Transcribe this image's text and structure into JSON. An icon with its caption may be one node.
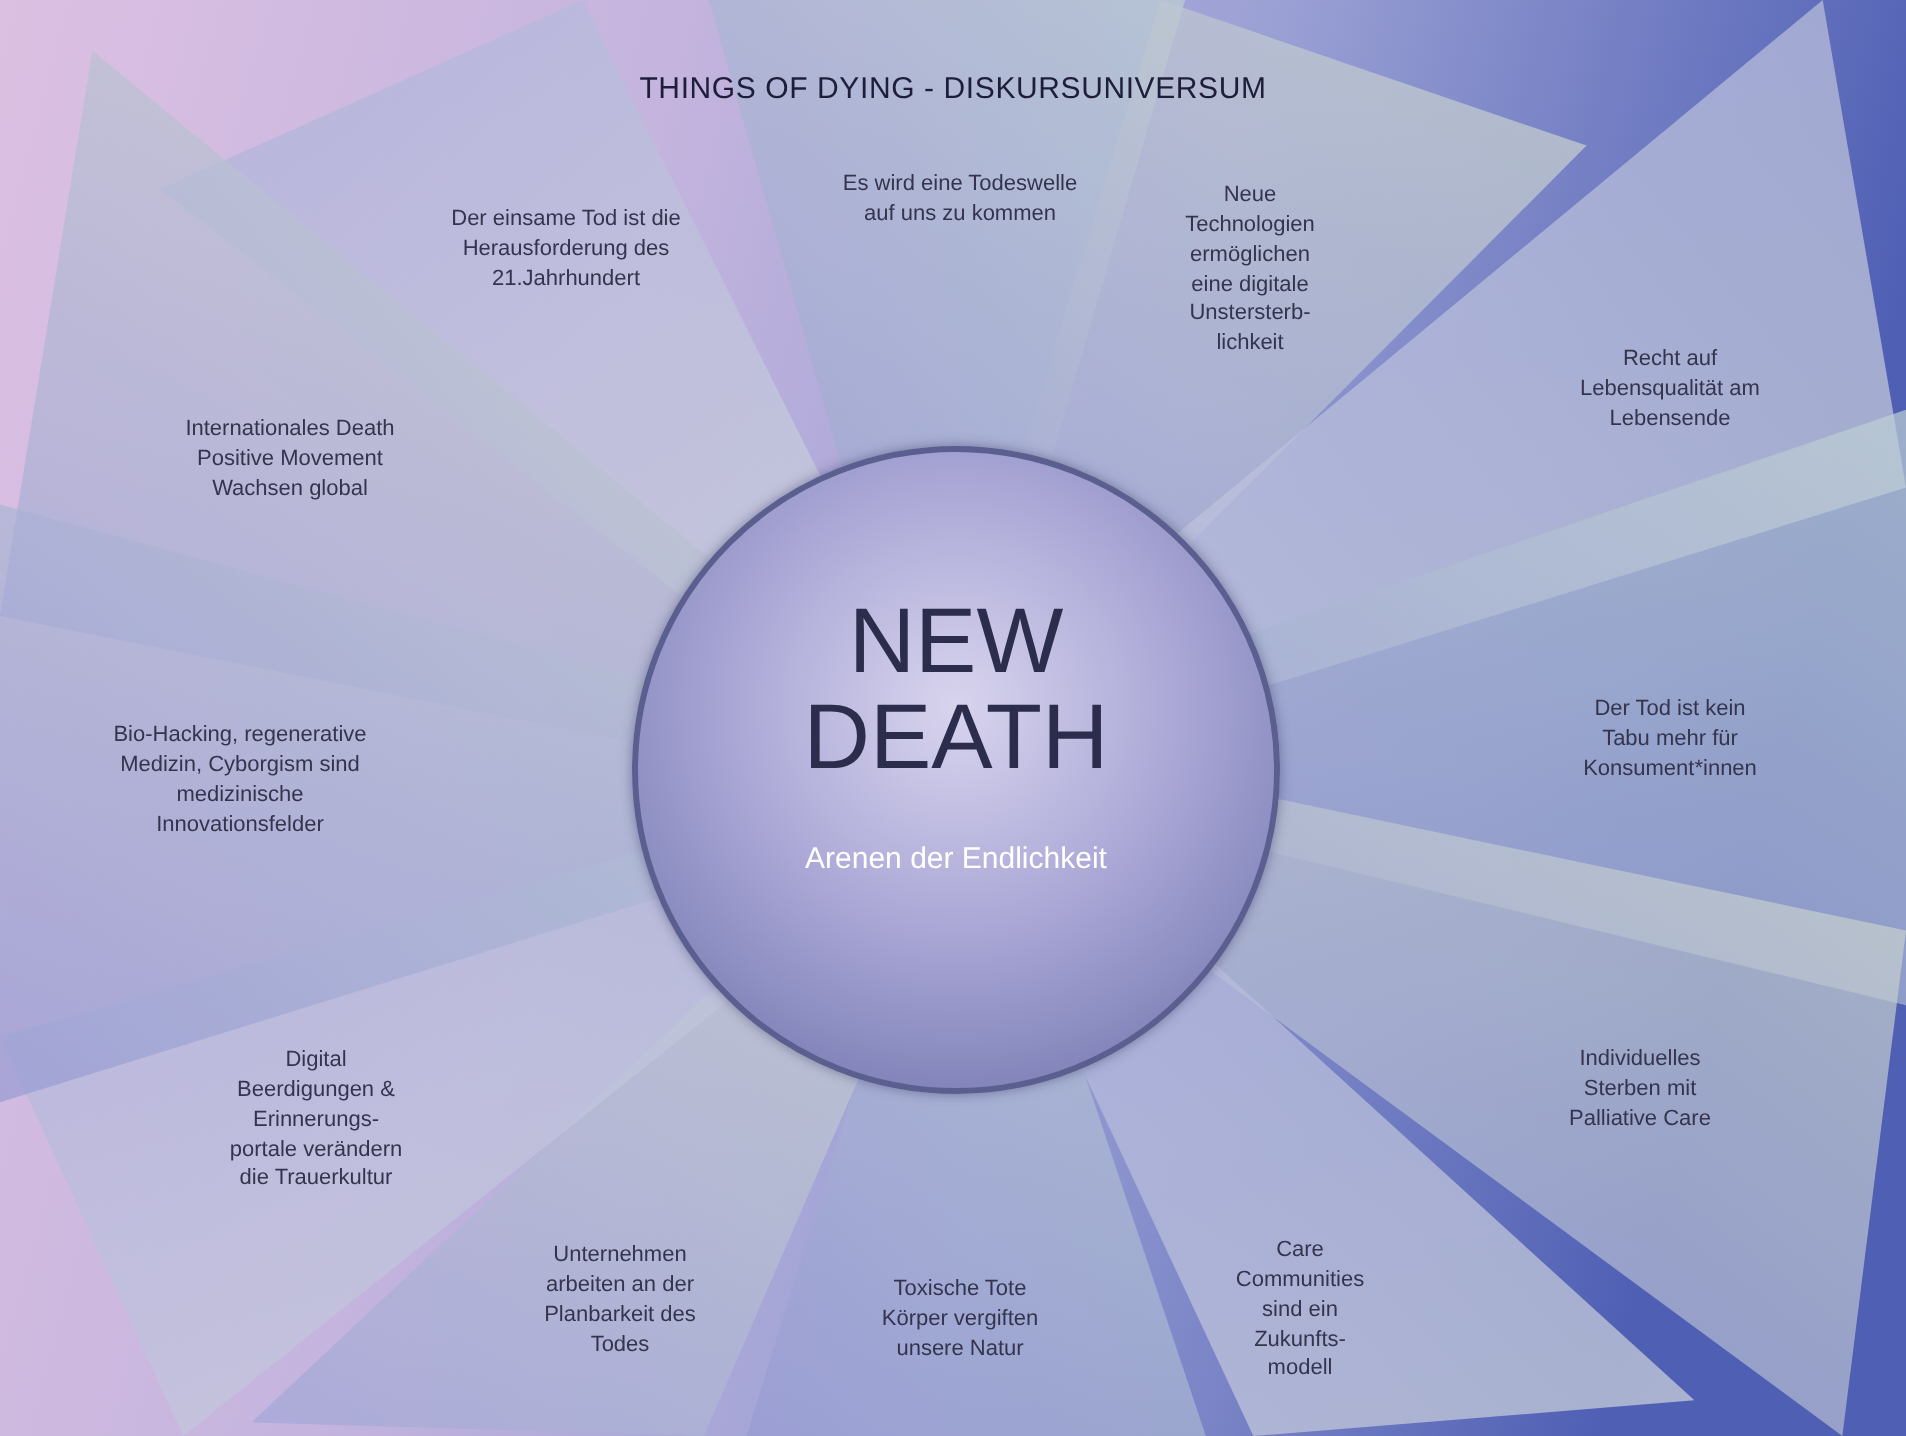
{
  "diagram": {
    "title": "THINGS OF DYING - DISKURSUNIVERSUM",
    "nodes": [
      {
        "text": [
          "NEW DEATH",
          "Arenen der Endlichkeit"
        ]
      },
      {
        "text": [
          "Der einsame Tod ist die Herausforderung des 21.Jahrhundert"
        ]
      },
      {
        "text": [
          "Es wird eine Todeswelle auf uns zu kommen"
        ]
      },
      {
        "text": [
          "Neue Technologien ermöglichen eine digitale Unstersterb- lichkeit"
        ]
      },
      {
        "text": [
          "Recht auf Lebensqualität am Lebensende"
        ]
      },
      {
        "text": [
          "Der Tod ist kein Tabu mehr für Konsument*innen"
        ]
      },
      {
        "text": [
          "Individuelles Sterben mit Palliative Care"
        ]
      },
      {
        "text": [
          "Care Communities sind ein Zukunfts- modell"
        ]
      },
      {
        "text": [
          "Toxische Tote Körper vergiften unsere Natur"
        ]
      },
      {
        "text": [
          "Unternehmen arbeiten an der Planbarkeit des Todes"
        ]
      },
      {
        "text": [
          "Digital Beerdigungen & Erinnerungs- portale verändern die Trauerkultur"
        ]
      },
      {
        "text": [
          "Bio-Hacking, regenerative Medizin, Cyborgism sind medizinische Innovationsfelder"
        ]
      },
      {
        "text": [
          "Internationales Death Positive Movement Wachsen global"
        ]
      }
    ]
  }
}
